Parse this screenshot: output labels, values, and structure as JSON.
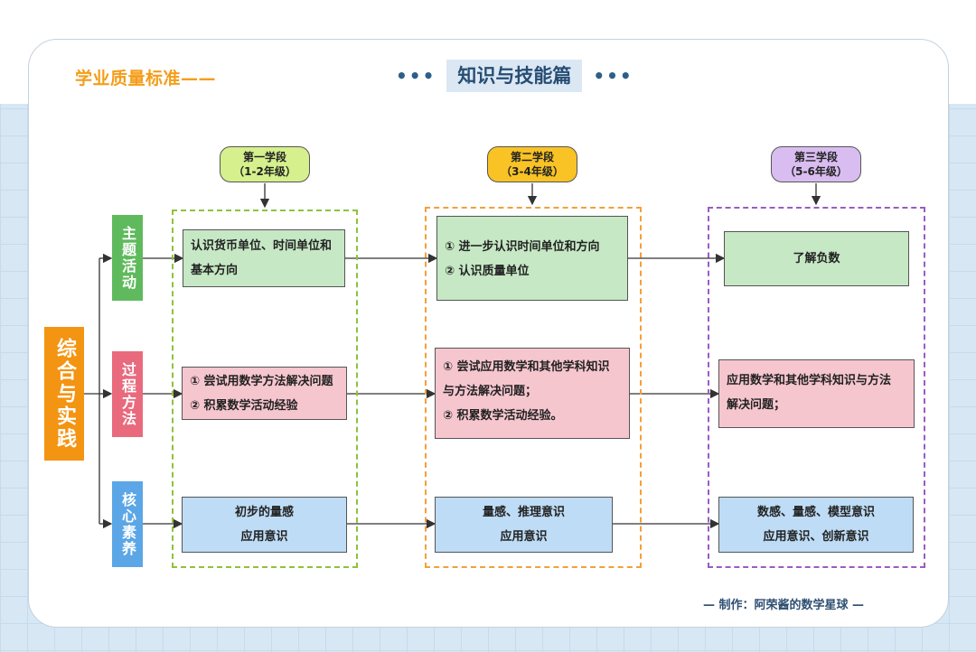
{
  "header": {
    "left_label": "学业质量标准——",
    "title": "知识与技能篇",
    "dots_left": "•••",
    "dots_right": "•••"
  },
  "main_label": "综合与实践",
  "stages": [
    {
      "line1": "第一学段",
      "line2": "（1-2年级）",
      "color": "#d5f08c"
    },
    {
      "line1": "第二学段",
      "line2": "（3-4年级）",
      "color": "#f9c325"
    },
    {
      "line1": "第三学段",
      "line2": "（5-6年级）",
      "color": "#d9bdf0"
    }
  ],
  "rows": [
    {
      "label": "主题活动",
      "color": "#5fba5d"
    },
    {
      "label": "过程方法",
      "color": "#e96a7d"
    },
    {
      "label": "核心素养",
      "color": "#5ba6e6"
    }
  ],
  "cells": {
    "r1c1": {
      "line1": "认识货币单位、时间单位和",
      "line2": "基本方向"
    },
    "r1c2": {
      "line1": "① 进一步认识时间单位和方向",
      "line2": "② 认识质量单位"
    },
    "r1c3": {
      "line1": "了解负数"
    },
    "r2c1": {
      "line1": "① 尝试用数学方法解决问题",
      "line2": "② 积累数学活动经验"
    },
    "r2c2": {
      "line1": "① 尝试应用数学和其他学科知识",
      "line2": "与方法解决问题；",
      "line3": "② 积累数学活动经验。"
    },
    "r2c3": {
      "line1": "应用数学和其他学科知识与方法",
      "line2": "解决问题；"
    },
    "r3c1": {
      "line1": "初步的量感",
      "line2": "应用意识"
    },
    "r3c2": {
      "line1": "量感、推理意识",
      "line2": "应用意识"
    },
    "r3c3": {
      "line1": "数感、量感、模型意识",
      "line2": "应用意识、创新意识"
    }
  },
  "colors": {
    "accent_orange": "#f49d19",
    "title_blue": "#274d73",
    "dash_green": "#8fc23b",
    "dash_orange": "#f2a03b",
    "dash_purple": "#9a5cc4"
  },
  "footer": "— 制作：阿荣酱的数学星球 —"
}
